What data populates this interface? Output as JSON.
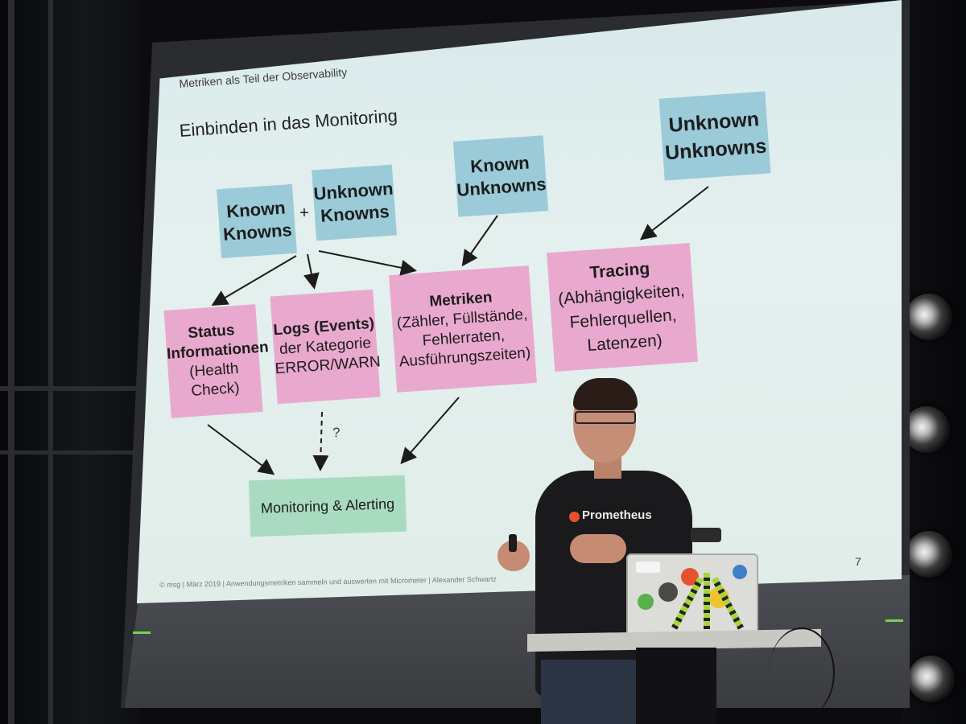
{
  "slide": {
    "section_label": "Metriken als Teil der Observability",
    "title": "Einbinden in das Monitoring",
    "known_knowns": "Known\nKnowns",
    "plus": "+",
    "unknown_knowns": "Unknown\nKnowns",
    "known_unknowns": "Known\nUnknowns",
    "unknown_unknowns": "Unknown\nUnknowns",
    "status": {
      "l1": "Status",
      "l2": "Informationen",
      "l3": "(Health Check)"
    },
    "logs": {
      "l1": "Logs (Events)",
      "l2": "der Kategorie",
      "l3": "ERROR/WARN"
    },
    "metriken": {
      "l1": "Metriken",
      "l2": "(Zähler, Füllstände,",
      "l3": "Fehlerraten,",
      "l4": "Ausführungszeiten)"
    },
    "tracing": {
      "l1": "Tracing",
      "l2": "(Abhängigkeiten,",
      "l3": "Fehlerquellen,",
      "l4": "Latenzen)"
    },
    "monitoring": "Monitoring & Alerting",
    "question_mark": "?",
    "page_number": "7",
    "footer": "© msg | März 2019 | Anwendungsmetriken sammeln und auswerten mit Micrometer | Alexander Schwartz"
  },
  "speaker": {
    "shirt_text": "Prometheus"
  },
  "colors": {
    "blue_box": "#9bcbd8",
    "pink_box": "#e9a9cf",
    "green_box": "#a9dbc0",
    "slide_bg": "#e0ede8",
    "prometheus_orange": "#e6522c"
  }
}
